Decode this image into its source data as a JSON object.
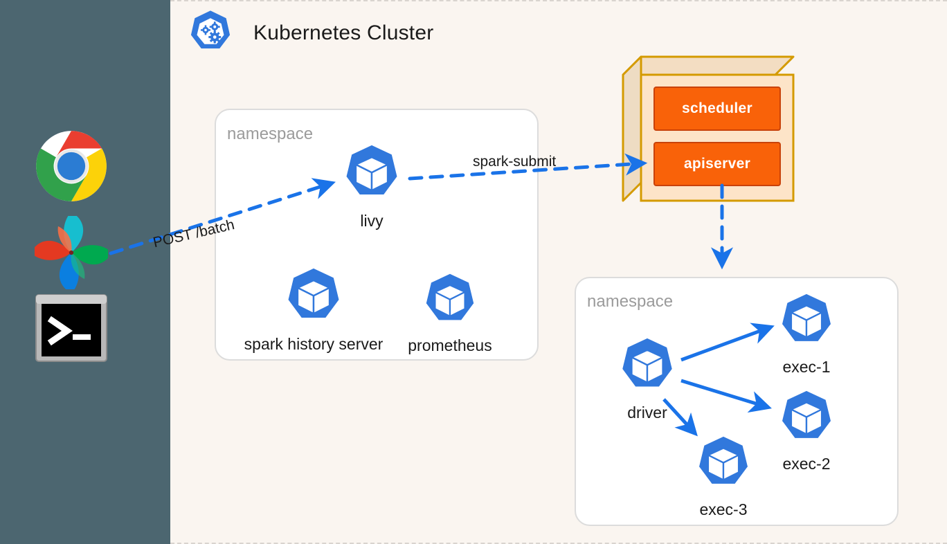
{
  "canvas": {
    "background_color": "#faf5f0",
    "dock_color": "#4c6670"
  },
  "dock": {
    "icons": [
      {
        "name": "chrome-icon",
        "label": "Google Chrome"
      },
      {
        "name": "airflow-icon",
        "label": "Apache Airflow"
      },
      {
        "name": "terminal-icon",
        "label": "Terminal",
        "prompt": ">_"
      }
    ]
  },
  "cluster": {
    "title": "Kubernetes Cluster",
    "logo": "kubernetes-icon",
    "accent_color": "#3178dc"
  },
  "namespaces": [
    {
      "id": "ns-left",
      "label": "namespace"
    },
    {
      "id": "ns-right",
      "label": "namespace"
    }
  ],
  "pods": [
    {
      "id": "livy",
      "label": "livy",
      "namespace": "ns-left"
    },
    {
      "id": "spark-history-server",
      "label": "spark history server",
      "namespace": "ns-left"
    },
    {
      "id": "prometheus",
      "label": "prometheus",
      "namespace": "ns-left"
    },
    {
      "id": "driver",
      "label": "driver",
      "namespace": "ns-right"
    },
    {
      "id": "exec-1",
      "label": "exec-1",
      "namespace": "ns-right"
    },
    {
      "id": "exec-2",
      "label": "exec-2",
      "namespace": "ns-right"
    },
    {
      "id": "exec-3",
      "label": "exec-3",
      "namespace": "ns-right"
    }
  ],
  "control_plane": {
    "fill_color": "#fde4c8",
    "border_color": "#d49a00",
    "components": [
      {
        "id": "scheduler",
        "label": "scheduler",
        "color": "#f96209"
      },
      {
        "id": "apiserver",
        "label": "apiserver",
        "color": "#f96209"
      }
    ]
  },
  "edges": [
    {
      "id": "post-batch",
      "label": "POST /batch",
      "style": "dashed",
      "color": "#1a73e8",
      "from": "client",
      "to": "livy"
    },
    {
      "id": "spark-submit",
      "label": "spark-submit",
      "style": "dashed",
      "color": "#1a73e8",
      "from": "livy",
      "to": "apiserver"
    },
    {
      "id": "apiserver-to-namespace",
      "label": "",
      "style": "dashed",
      "color": "#1a73e8",
      "from": "apiserver",
      "to": "ns-right"
    },
    {
      "id": "driver-to-exec-1",
      "label": "",
      "style": "solid",
      "color": "#1a73e8",
      "from": "driver",
      "to": "exec-1"
    },
    {
      "id": "driver-to-exec-2",
      "label": "",
      "style": "solid",
      "color": "#1a73e8",
      "from": "driver",
      "to": "exec-2"
    },
    {
      "id": "driver-to-exec-3",
      "label": "",
      "style": "solid",
      "color": "#1a73e8",
      "from": "driver",
      "to": "exec-3"
    }
  ]
}
